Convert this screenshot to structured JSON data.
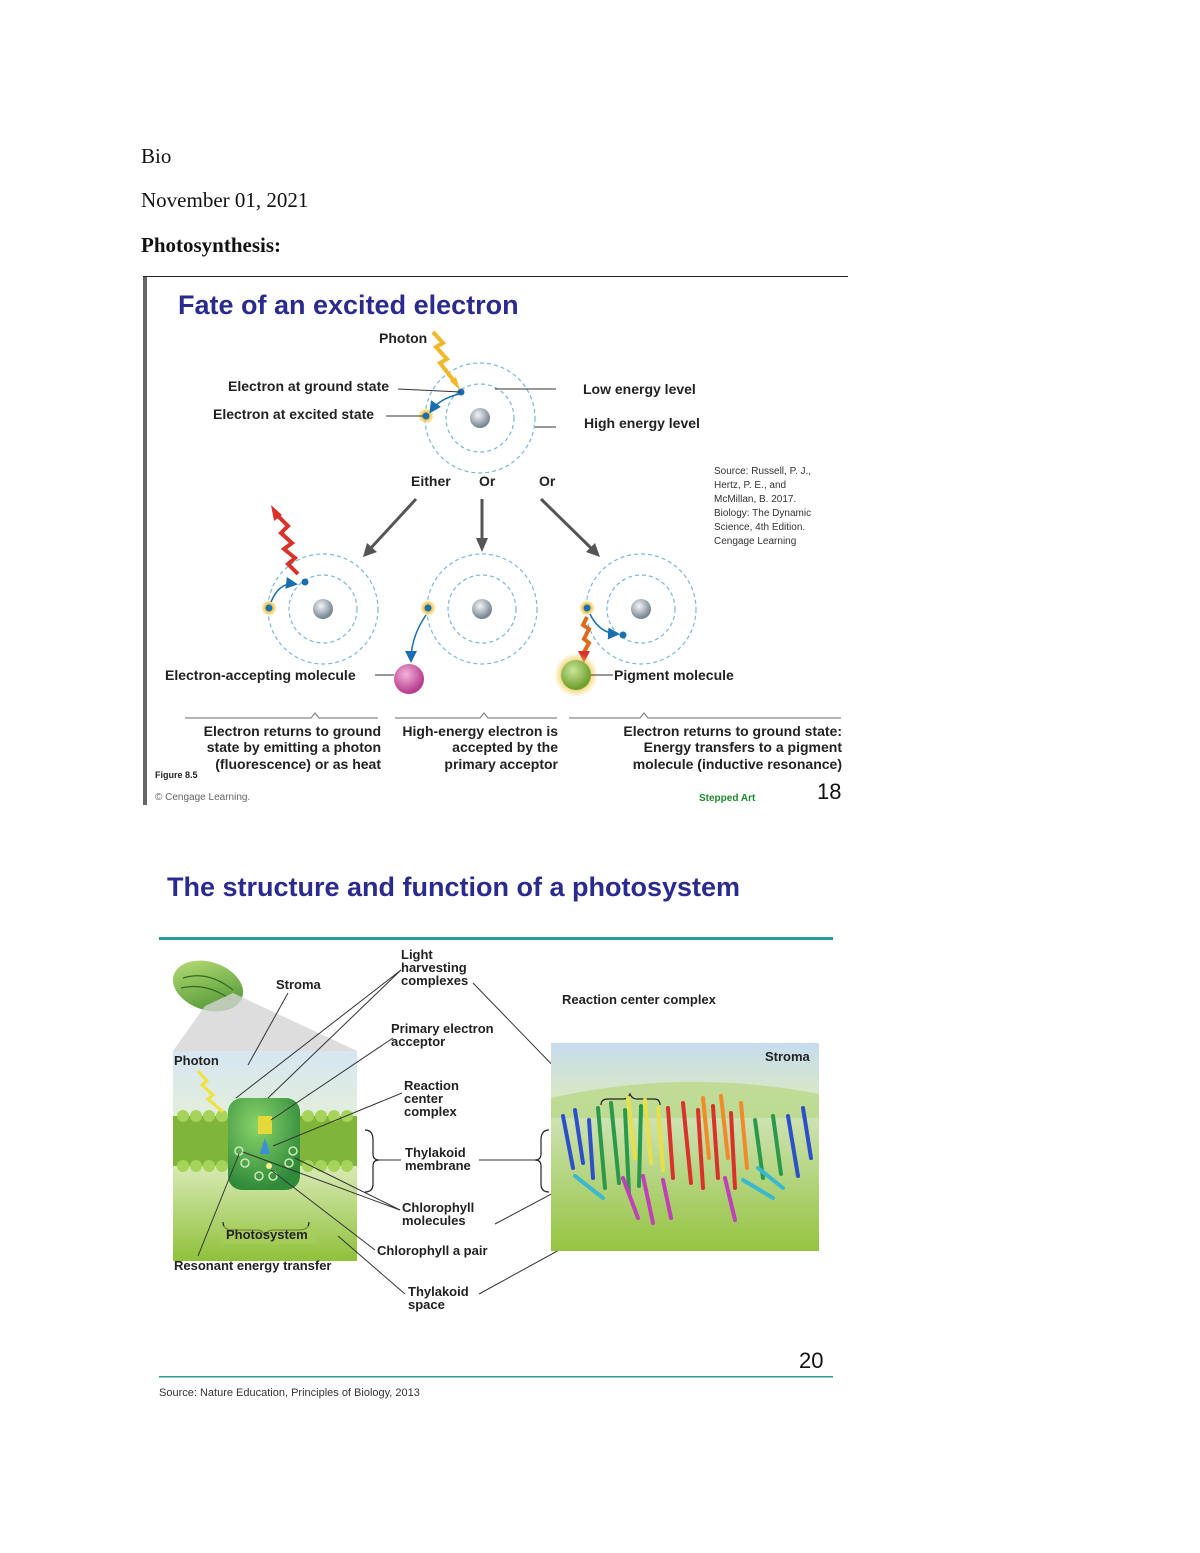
{
  "doc": {
    "subject": "Bio",
    "date": "November 01, 2021",
    "heading": "Photosynthesis:"
  },
  "slide1": {
    "title": "Fate of an excited electron",
    "photon": "Photon",
    "ground_state": "Electron at ground state",
    "excited_state": "Electron at excited state",
    "low_energy": "Low energy level",
    "high_energy": "High energy level",
    "either": "Either",
    "or1": "Or",
    "or2": "Or",
    "source": [
      "Source: Russell, P. J.,",
      "Hertz, P. E., and",
      "McMillan, B. 2017.",
      "Biology: The Dynamic",
      "Science, 4th Edition.",
      "Cengage Learning"
    ],
    "electron_accepting": "Electron-accepting molecule",
    "pigment_molecule": "Pigment molecule",
    "caption_left": [
      "Electron returns to ground",
      "state by emitting a photon",
      "(fluorescence) or as heat"
    ],
    "caption_mid": [
      "High-energy electron is",
      "accepted by the",
      "primary acceptor"
    ],
    "caption_right": [
      "Electron returns to ground state:",
      "Energy transfers to a pigment",
      "molecule (inductive resonance)"
    ],
    "figure": "Figure 8.5",
    "copyright": "© Cengage Learning.",
    "stepped_art": "Stepped Art",
    "page_number": "18"
  },
  "slide2": {
    "title": "The structure and function of a photosystem",
    "stroma_left": "Stroma",
    "photon": "Photon",
    "light_harvesting": [
      "Light",
      "harvesting",
      "complexes"
    ],
    "primary_acceptor": [
      "Primary electron",
      "acceptor"
    ],
    "reaction_center": [
      "Reaction",
      "center",
      "complex"
    ],
    "thylakoid_membrane": [
      "Thylakoid",
      "membrane"
    ],
    "chlorophyll_molecules": [
      "Chlorophyll",
      "molecules"
    ],
    "photosystem": "Photosystem",
    "chlorophyll_pair": "Chlorophyll a pair",
    "resonant": "Resonant energy transfer",
    "thylakoid_space": [
      "Thylakoid",
      "space"
    ],
    "reaction_center_complex": "Reaction center complex",
    "stroma_right": "Stroma",
    "page_number": "20",
    "source": "Source: Nature Education, Principles of Biology, 2013"
  },
  "colors": {
    "title_blue": "#2b2b8f",
    "teal_rule": "#2a9a9a",
    "green_label": "#1f8a2a"
  }
}
